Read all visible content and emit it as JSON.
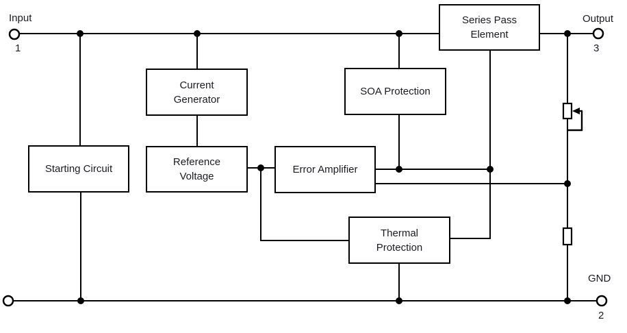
{
  "diagram": {
    "terminals": {
      "input": {
        "label": "Input",
        "pin": "1"
      },
      "output": {
        "label": "Output",
        "pin": "3"
      },
      "ground": {
        "label": "GND",
        "pin": "2"
      }
    },
    "blocks": {
      "series_pass": {
        "label": "Series Pass\nElement"
      },
      "current_generator": {
        "label": "Current\nGenerator"
      },
      "soa_protection": {
        "label": "SOA Protection"
      },
      "starting_circuit": {
        "label": "Starting Circuit"
      },
      "reference_voltage": {
        "label": "Reference\nVoltage"
      },
      "error_amplifier": {
        "label": "Error Amplifier"
      },
      "thermal_protection": {
        "label": "Thermal\nProtection"
      }
    },
    "colors": {
      "line": "#000000",
      "text": "#1a1a22",
      "background": "#ffffff"
    }
  }
}
